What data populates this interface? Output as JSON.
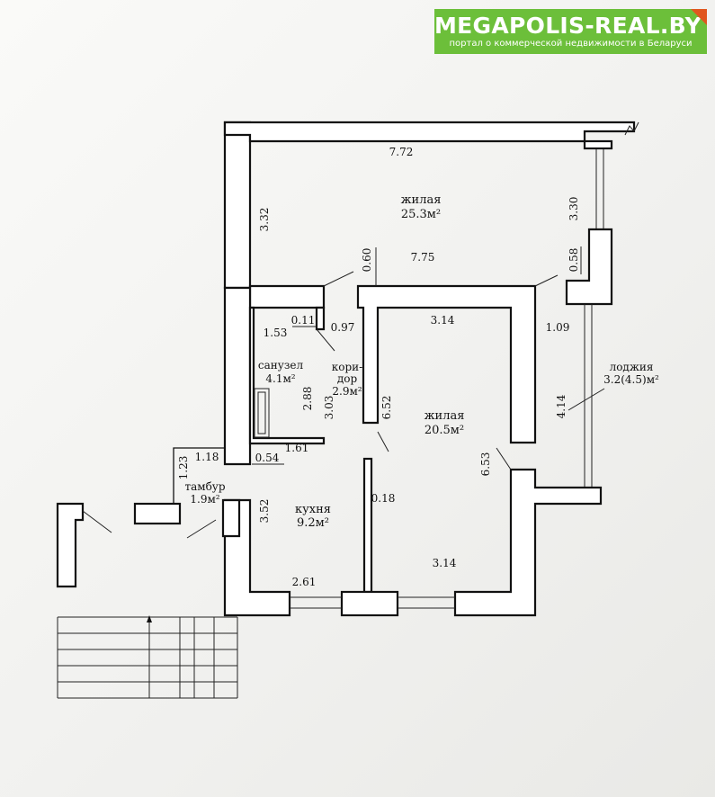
{
  "banner": {
    "brand": "MEGAPOLIS-REAL.BY",
    "tagline": "портал о коммерческой недвижимости в Беларуси",
    "color": "#6cbf3a",
    "accent": "#e0561f"
  },
  "rooms": {
    "living_top": {
      "name": "жилая",
      "area": "25.3м²"
    },
    "living_right": {
      "name": "жилая",
      "area": "20.5м²"
    },
    "bathroom": {
      "name": "санузел",
      "area": "4.1м²"
    },
    "corridor": {
      "name_1": "кори-",
      "name_2": "дор",
      "area": "2.9м²"
    },
    "kitchen": {
      "name": "кухня",
      "area": "9.2м²"
    },
    "vestibule": {
      "name": "тамбур",
      "area": "1.9м²"
    },
    "loggia": {
      "name": "лоджия",
      "area": "3.2(4.5)м²"
    }
  },
  "dimensions": {
    "top_width": "7.72",
    "top_left_height": "3.32",
    "top_right_height": "3.30",
    "top_bottom_width": "7.75",
    "door_060": "0.60",
    "door_058": "0.58",
    "bath_011": "0.11",
    "bath_153": "1.53",
    "corr_097": "0.97",
    "right_room_width_top": "3.14",
    "loggia_109": "1.09",
    "bath_288": "2.88",
    "corr_303": "3.03",
    "right_room_height": "6.52",
    "loggia_414": "4.14",
    "vest_118": "1.18",
    "bath_161": "1.61",
    "wall_054": "0.54",
    "vest_123": "1.23",
    "right_outer_653": "6.53",
    "kitchen_352": "3.52",
    "kitchen_018": "0.18",
    "kitchen_261": "2.61",
    "right_room_width_bottom": "3.14"
  }
}
